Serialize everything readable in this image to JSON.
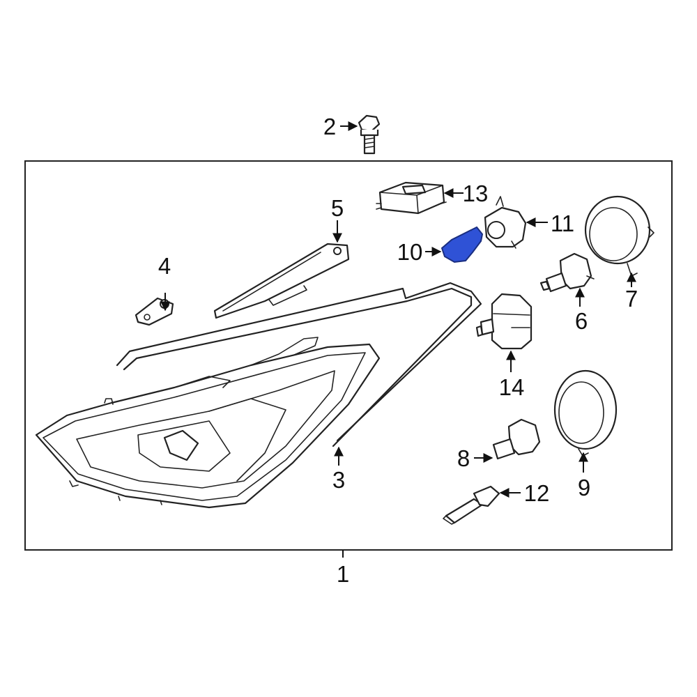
{
  "diagram": {
    "highlight_color": "#2f52d6",
    "line_color": "#222222",
    "background": "#ffffff"
  },
  "callouts": [
    {
      "id": "c1",
      "label": "1"
    },
    {
      "id": "c2",
      "label": "2"
    },
    {
      "id": "c3",
      "label": "3"
    },
    {
      "id": "c4",
      "label": "4"
    },
    {
      "id": "c5",
      "label": "5"
    },
    {
      "id": "c6",
      "label": "6"
    },
    {
      "id": "c7",
      "label": "7"
    },
    {
      "id": "c8",
      "label": "8"
    },
    {
      "id": "c9",
      "label": "9"
    },
    {
      "id": "c10",
      "label": "10",
      "highlighted": true
    },
    {
      "id": "c11",
      "label": "11"
    },
    {
      "id": "c12",
      "label": "12"
    },
    {
      "id": "c13",
      "label": "13"
    },
    {
      "id": "c14",
      "label": "14"
    }
  ]
}
